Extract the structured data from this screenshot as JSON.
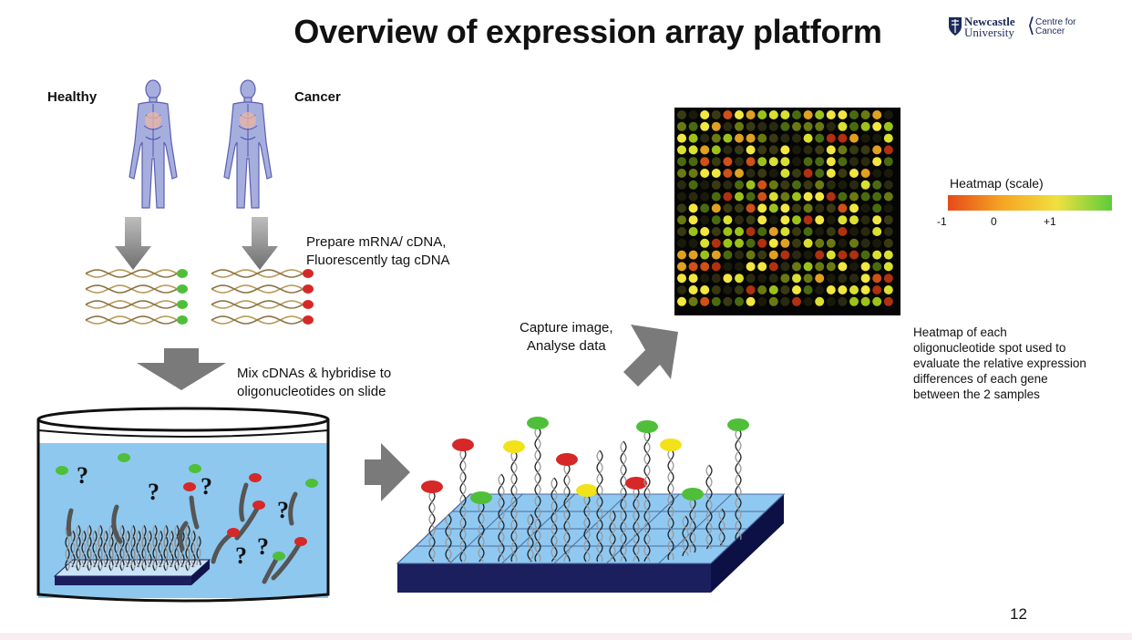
{
  "slide": {
    "title": "Overview of expression array platform",
    "page_number": "12"
  },
  "logo": {
    "line1": "Newcastle",
    "line2": "University",
    "centre_line1": "Centre for",
    "centre_line2": "Cancer"
  },
  "samples": {
    "healthy": "Healthy",
    "cancer": "Cancer"
  },
  "steps": {
    "prepare_line1": "Prepare mRNA/ cDNA,",
    "prepare_line2": "Fluorescently tag cDNA",
    "mix_line1": "Mix cDNAs & hybridise to",
    "mix_line2": "oligonucleotides on slide",
    "capture_line1": "Capture image,",
    "capture_line2": "Analyse data"
  },
  "heatmap_legend": {
    "title": "Heatmap (scale)",
    "ticks": [
      "-1",
      "0",
      "+1"
    ],
    "colors": [
      "#e64a1a",
      "#f5a623",
      "#f0e040",
      "#5ccc3a"
    ]
  },
  "heatmap_caption": {
    "line1": "Heatmap of each",
    "line2": "oligonucleotide spot used to",
    "line3": "evaluate the relative expression",
    "line4": "differences of each gene",
    "line5": "between the 2 samples"
  },
  "colors": {
    "healthy_tag": "#4fbf3a",
    "cancer_tag": "#d62828",
    "liquid": "#8ec8ef",
    "slide_top": "#8fc9f2",
    "slide_side": "#1b1f5e",
    "arrow": "#7a7a7a"
  }
}
